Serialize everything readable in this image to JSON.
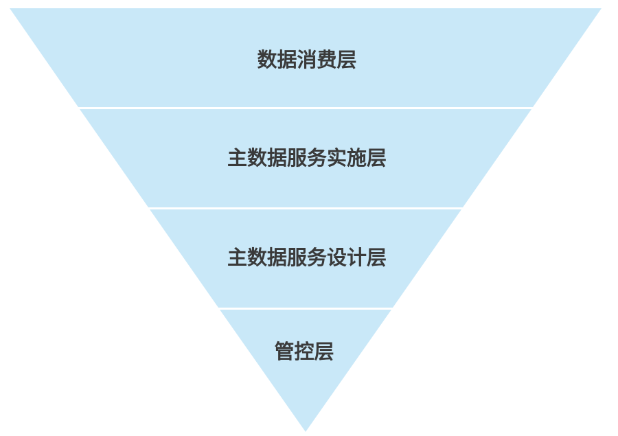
{
  "diagram": {
    "type": "inverted-pyramid",
    "fill_color": "#c9e8f8",
    "separator_color": "#ffffff",
    "text_color": "#3a3a3a",
    "layers": [
      {
        "label": "数据消费层"
      },
      {
        "label": "主数据服务实施层"
      },
      {
        "label": "主数据服务设计层"
      },
      {
        "label": "管控层"
      }
    ]
  }
}
